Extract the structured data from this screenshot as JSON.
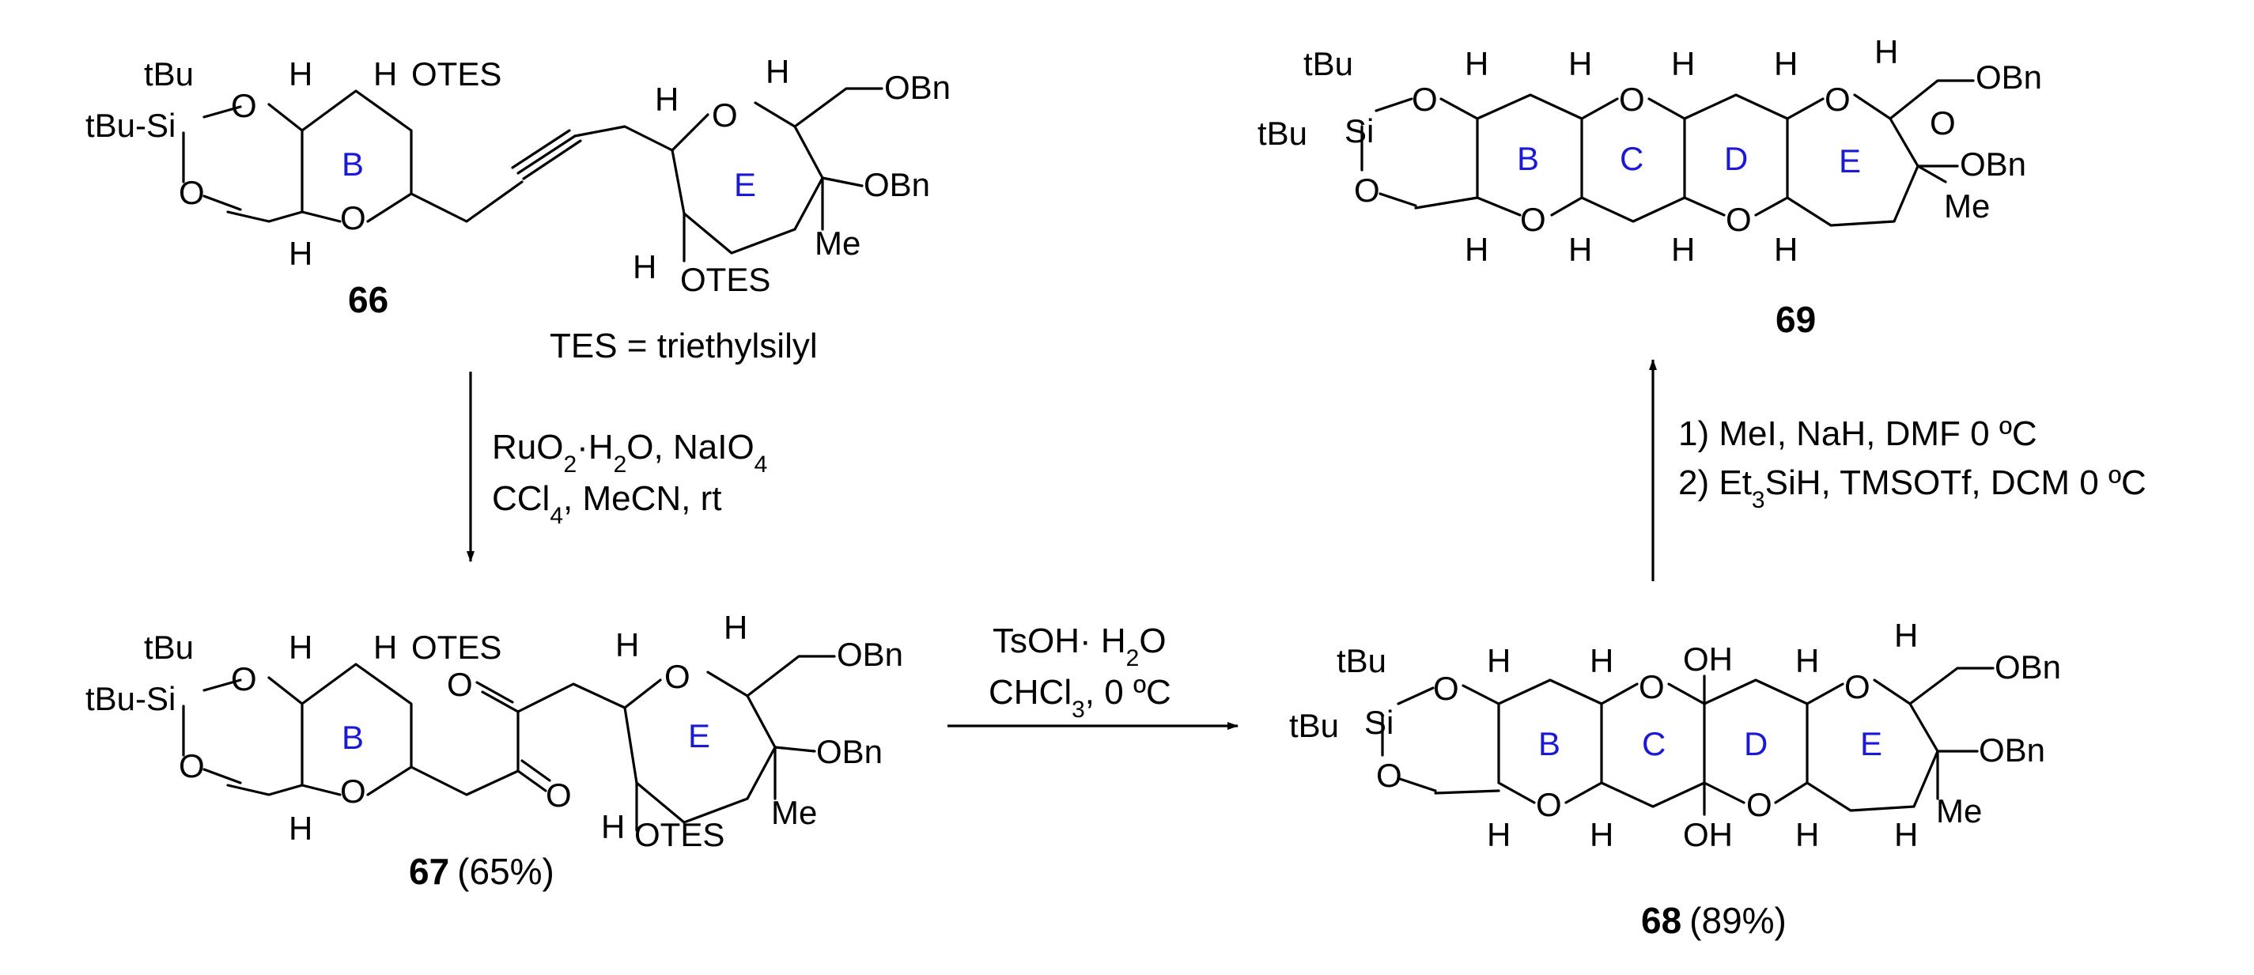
{
  "compounds": {
    "c66": {
      "number": "66",
      "yield": "",
      "footnote": "TES = triethylsilyl",
      "rings": [
        "B",
        "E"
      ],
      "atom_labels": [
        "tBu",
        "tBu-Si",
        "O",
        "O",
        "O",
        "O",
        "H",
        "H",
        "H",
        "OTES",
        "OTES",
        "H",
        "H",
        "H",
        "OBn",
        "OBn",
        "Me"
      ]
    },
    "c67": {
      "number": "67",
      "yield": "(65%)",
      "rings": [
        "B",
        "E"
      ],
      "atom_labels": [
        "tBu",
        "tBu-Si",
        "O",
        "O",
        "O",
        "O",
        "O",
        "O",
        "H",
        "H",
        "H",
        "OTES",
        "OTES",
        "H",
        "H",
        "H",
        "OBn",
        "OBn",
        "Me"
      ]
    },
    "c68": {
      "number": "68",
      "yield": "(89%)",
      "rings": [
        "B",
        "C",
        "D",
        "E"
      ],
      "atom_labels": [
        "tBu",
        "tBu",
        "Si",
        "O",
        "O",
        "O",
        "O",
        "O",
        "O",
        "OH",
        "OH",
        "H",
        "H",
        "H",
        "H",
        "H",
        "H",
        "H",
        "H",
        "OBn",
        "OBn",
        "Me"
      ]
    },
    "c69": {
      "number": "69",
      "yield": "",
      "rings": [
        "B",
        "C",
        "D",
        "E"
      ],
      "atom_labels": [
        "tBu",
        "tBu",
        "Si",
        "O",
        "O",
        "O",
        "O",
        "O",
        "O",
        "O",
        "H",
        "H",
        "H",
        "H",
        "H",
        "H",
        "H",
        "H",
        "H",
        "OBn",
        "OBn",
        "Me"
      ]
    }
  },
  "steps": {
    "s1": {
      "from": "66",
      "to": "67",
      "line1": "RuO2·H2O, NaIO4",
      "line2": "CCl4, MeCN, rt"
    },
    "s2": {
      "from": "67",
      "to": "68",
      "line1": "TsOH· H2O",
      "line2": "CHCl3, 0 ºC"
    },
    "s3": {
      "from": "68",
      "to": "69",
      "line1": "1) MeI, NaH, DMF 0 ºC",
      "line2": "2) Et3SiH, TMSOTf, DCM 0 ºC"
    }
  }
}
